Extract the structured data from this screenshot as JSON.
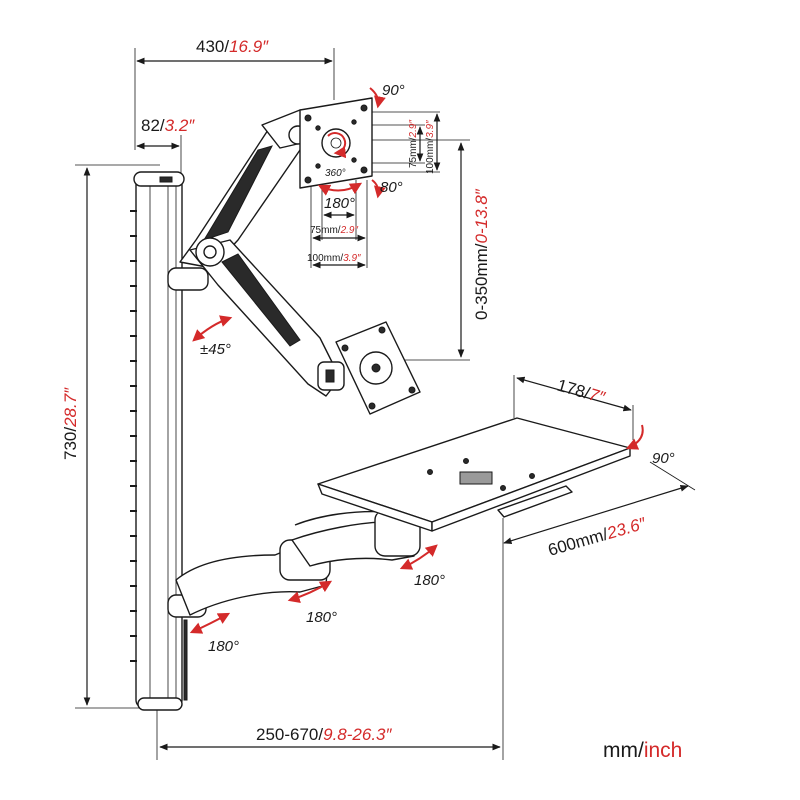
{
  "dimensions": {
    "total_width": {
      "mm": "430/",
      "inch": "16.9″"
    },
    "pole_offset": {
      "mm": "82/",
      "inch": "3.2″"
    },
    "height": {
      "mm": "730/",
      "inch": "28.7″"
    },
    "arm_travel": {
      "mm": "0-350mm/",
      "inch": "0-13.8″"
    },
    "reach": {
      "mm": "250-670/",
      "inch": "9.8-26.3″"
    },
    "tray_depth": {
      "mm": "178/",
      "inch": "7″"
    },
    "tray_width": {
      "mm": "600mm/",
      "inch": "23.6″"
    },
    "vesa_small_h": {
      "mm": "75mm/",
      "inch": "2.9″"
    },
    "vesa_large_h": {
      "mm": "100mm/",
      "inch": "3.9″"
    },
    "vesa_small_v": {
      "mm": "75mm/",
      "inch": "2.9″"
    },
    "vesa_large_v": {
      "mm": "100mm/",
      "inch": "3.9″"
    }
  },
  "angles": {
    "tilt_up": "90°",
    "tilt_down": "80°",
    "rotate": "360°",
    "swivel": "180°",
    "arm_tilt": "±45°",
    "tray_tilt": "90°",
    "joint_1": "180°",
    "joint_2": "180°",
    "joint_3": "180°"
  },
  "units_legend": {
    "mm": "mm/",
    "inch": "inch"
  },
  "colors": {
    "accent": "#d42a2a",
    "ink": "#1a1a1a"
  }
}
